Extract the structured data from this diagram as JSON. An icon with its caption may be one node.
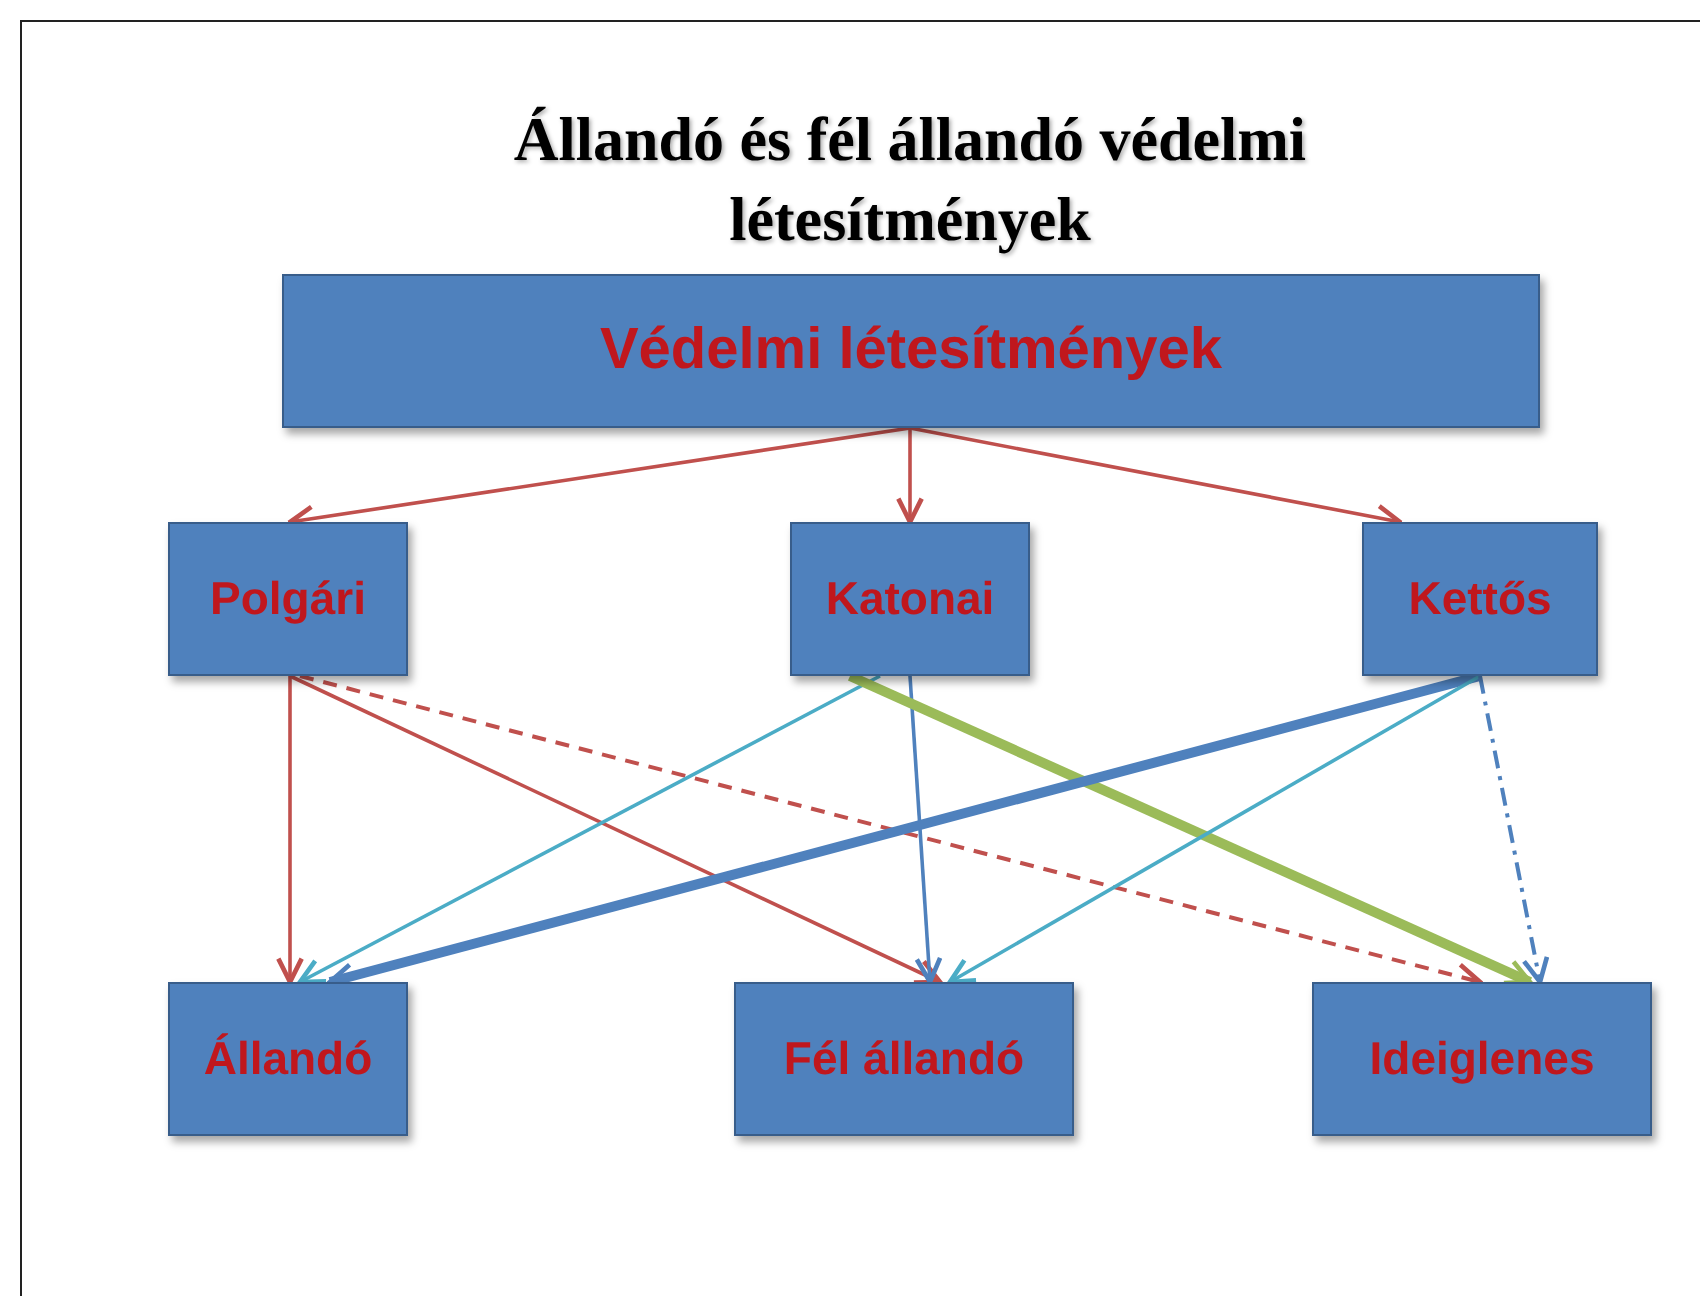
{
  "diagram": {
    "title": "Állandó és fél állandó védelmi létesítmények",
    "nodes": [
      {
        "text": [
          "Védelmi létesítmények"
        ]
      },
      {
        "text": [
          "Polgári"
        ]
      },
      {
        "text": [
          "Katonai"
        ]
      },
      {
        "text": [
          "Kettős"
        ]
      },
      {
        "text": [
          "Állandó"
        ]
      },
      {
        "text": [
          "Fél állandó"
        ]
      },
      {
        "text": [
          "Ideiglenes"
        ]
      }
    ],
    "edges": [
      {
        "from": 0,
        "to": 1,
        "arrow": "to"
      },
      {
        "from": 0,
        "to": 2,
        "arrow": "to"
      },
      {
        "from": 0,
        "to": 3,
        "arrow": "to"
      },
      {
        "from": 1,
        "to": 4,
        "arrow": "to"
      },
      {
        "from": 1,
        "to": 5,
        "arrow": "to"
      },
      {
        "from": 1,
        "to": 6,
        "arrow": "to",
        "style": "dashed"
      },
      {
        "from": 2,
        "to": 4,
        "arrow": "to",
        "color": "#4bacc6"
      },
      {
        "from": 2,
        "to": 5,
        "arrow": "to",
        "color": "#4f81bd"
      },
      {
        "from": 2,
        "to": 6,
        "arrow": "to",
        "style": "thick",
        "color": "#9bbb59"
      },
      {
        "from": 3,
        "to": 4,
        "arrow": "to",
        "style": "thick",
        "color": "#4f81bd"
      },
      {
        "from": 3,
        "to": 5,
        "arrow": "to",
        "color": "#4bacc6"
      },
      {
        "from": 3,
        "to": 6,
        "arrow": "to",
        "style": "dashed",
        "color": "#4f81bd"
      }
    ]
  }
}
